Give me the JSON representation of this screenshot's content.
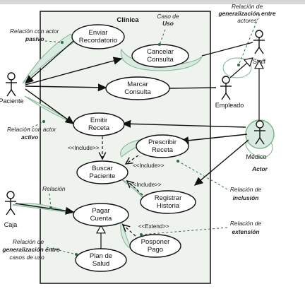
{
  "system_name": "Clínica",
  "actors": {
    "paciente": "Paciente",
    "staff": "Staff",
    "empleado": "Empleado",
    "medico": "Médico",
    "caja": "Caja"
  },
  "use_cases": {
    "enviar_recordatorio": [
      "Enviar",
      "Recordatorio"
    ],
    "cancelar_consulta": [
      "Cancelar",
      "Consulta"
    ],
    "marcar_consulta": [
      "Marcar",
      "Consulta"
    ],
    "emitir_receta": [
      "Emitir",
      "Receta"
    ],
    "prescribir_receta": [
      "Prescribir",
      "Receta"
    ],
    "buscar_paciente": [
      "Buscar",
      "Paciente"
    ],
    "registrar_historia": [
      "Registrar",
      "Historia"
    ],
    "pagar_cuenta": [
      "Pagar",
      "Cuenta"
    ],
    "posponer_pago": [
      "Posponer",
      "Pago"
    ],
    "plan_de_salud": [
      "Plan de",
      "Salud"
    ]
  },
  "stereotypes": {
    "include": "<<Include>>",
    "extend": "<<Extend>>"
  },
  "annotations": {
    "caso_de_uso": [
      "Caso de",
      "Uso"
    ],
    "relacion_actor_pasivo": [
      "Relación con actor",
      "pasivo"
    ],
    "relacion_actor_activo": [
      "Relación con actor",
      "activo"
    ],
    "relacion": "Relación",
    "relacion_generalizacion_actores": [
      "Relación de",
      "generalización entre",
      "actores"
    ],
    "actor": "Actor",
    "relacion_inclusion": [
      "Relación de",
      "inclusión"
    ],
    "relacion_extension": [
      "Relación de",
      "extensión"
    ],
    "relacion_generalizacion_casos": [
      "Relación de",
      "generalización entre",
      "casos de uso"
    ]
  }
}
